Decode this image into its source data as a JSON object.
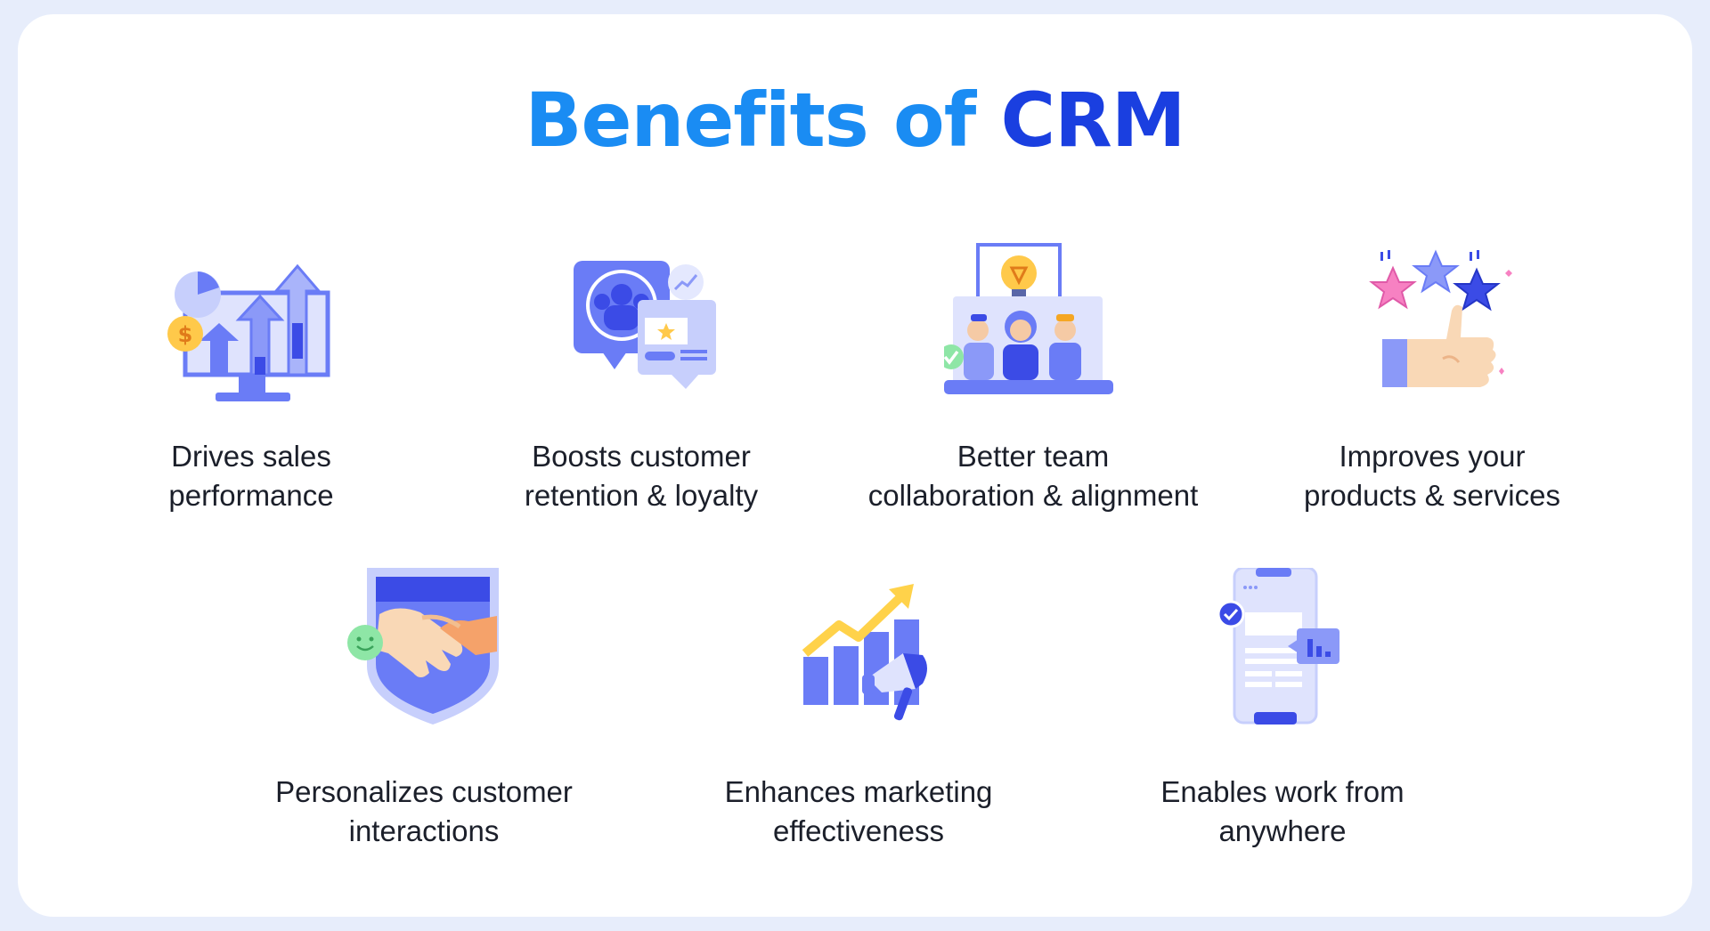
{
  "title": {
    "part1": "Benefits of ",
    "part2": "CRM"
  },
  "colors": {
    "background": "#e7edfb",
    "card": "#ffffff",
    "title_gradient_start": "#1a8cf3",
    "title_gradient_end": "#1a3fe0",
    "icon_primary": "#6a7cf6",
    "icon_light": "#c7cffc",
    "text": "#1b1f2a"
  },
  "benefits": [
    {
      "icon": "sales-chart-monitor-icon",
      "line1": "Drives sales",
      "line2": "performance"
    },
    {
      "icon": "customer-group-chat-icon",
      "line1": "Boosts customer",
      "line2": "retention & loyalty"
    },
    {
      "icon": "team-laptop-idea-icon",
      "line1": "Better team",
      "line2": "collaboration & alignment"
    },
    {
      "icon": "thumbs-up-stars-icon",
      "line1": "Improves your",
      "line2": "products & services"
    },
    {
      "icon": "handshake-shield-icon",
      "line1": "Personalizes customer",
      "line2": "interactions"
    },
    {
      "icon": "megaphone-growth-chart-icon",
      "line1": "Enhances marketing",
      "line2": "effectiveness"
    },
    {
      "icon": "mobile-phone-report-icon",
      "line1": "Enables work from",
      "line2": "anywhere"
    }
  ]
}
